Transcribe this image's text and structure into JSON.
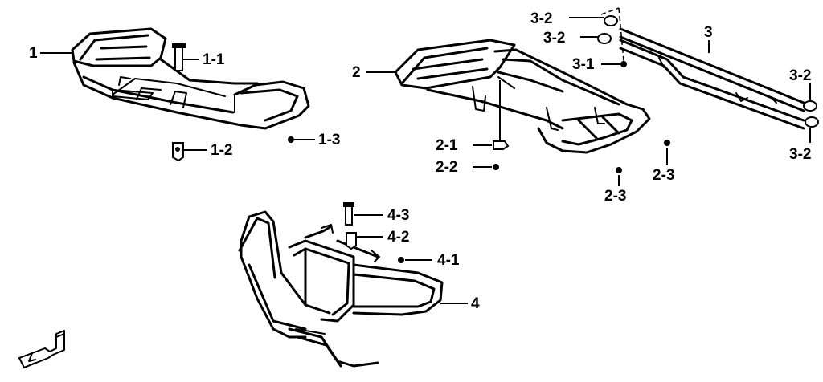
{
  "labels": {
    "p1": "1",
    "p1_1": "1-1",
    "p1_2": "1-2",
    "p1_3": "1-3",
    "p2": "2",
    "p2_1": "2-1",
    "p2_2": "2-2",
    "p2_3a": "2-3",
    "p2_3b": "2-3",
    "p3": "3",
    "p3_1": "3-1",
    "p3_2a": "3-2",
    "p3_2b": "3-2",
    "p3_2c": "3-2",
    "p3_2d": "3-2",
    "p4": "4",
    "p4_1": "4-1",
    "p4_2": "4-2",
    "p4_3": "4-3"
  },
  "icons": {
    "front_arrow": "front-direction-arrow-icon"
  },
  "colors": {
    "line": "#000000",
    "background": "#ffffff"
  }
}
